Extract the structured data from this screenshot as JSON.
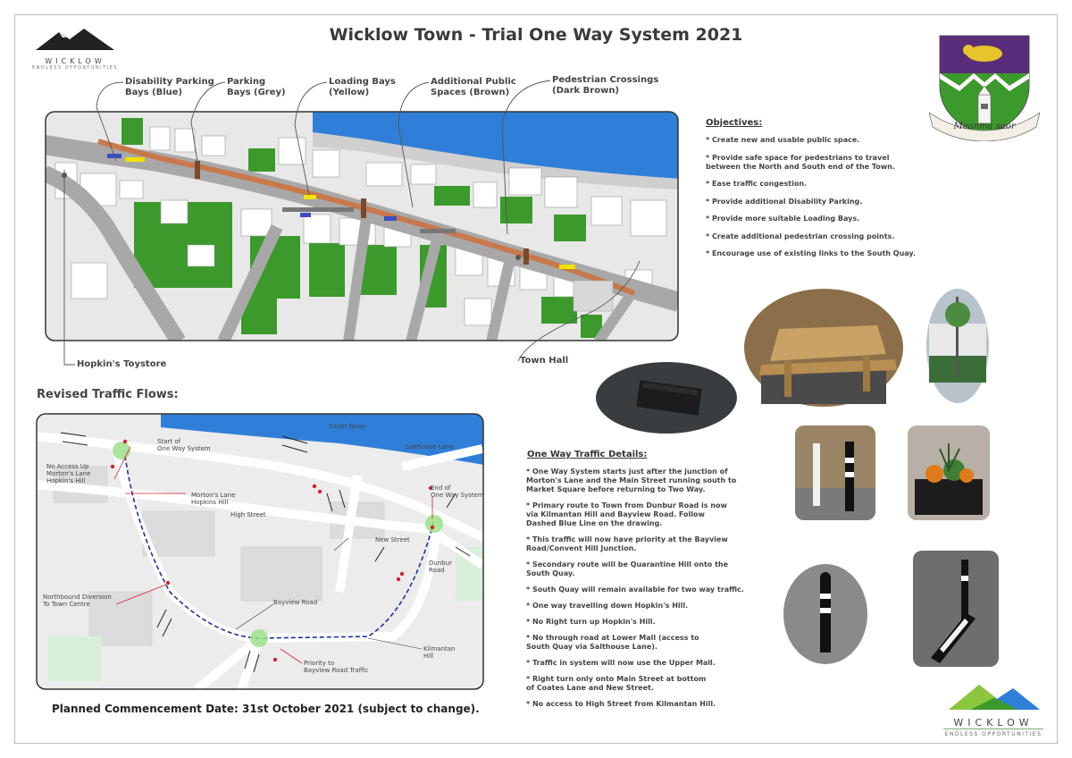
{
  "title": "Wicklow Town - Trial One Way System 2021",
  "logo": {
    "name": "WICKLOW",
    "tagline": "ENDLESS OPPORTUNITIES"
  },
  "crest": {
    "motto": "Meanma saor"
  },
  "callouts": {
    "disability": "Disability Parking\nBays (Blue)",
    "parking": "Parking\nBays (Grey)",
    "loading": "Loading Bays\n(Yellow)",
    "public": "Additional Public\nSpaces (Brown)",
    "pedestrian": "Pedestrian Crossings\n(Dark Brown)",
    "toystore": "Hopkin's Toystore",
    "townhall": "Town Hall"
  },
  "objectives": {
    "heading": "Objectives:",
    "items": [
      "* Create new and usable public space.",
      "* Provide safe space for pedestrians to travel\n   between the North and South end of the Town.",
      "* Ease traffic congestion.",
      "* Provide additional Disability Parking.",
      "* Provide more suitable Loading Bays.",
      "* Create additional pedestrian crossing points.",
      "* Encourage use of existing links to the South Quay."
    ]
  },
  "traffic_flows": {
    "heading": "Revised Traffic Flows:",
    "labels": {
      "south_quay": "South Quay",
      "salthouse": "Salthouse Lane",
      "start": "Start of\nOne Way System",
      "no_access": "No Access Up\nMorton's Lane\nHopkin's Hill",
      "mortons": "Morton's Lane\nHopkins Hill",
      "high_street": "High Street",
      "end": "End of\nOne Way System",
      "new_street": "New Street",
      "dunbur": "Dunbur\nRoad",
      "northbound": "Northbound Diversion\nTo Town Centre",
      "bayview": "Bayview Road",
      "kilmantan": "Kilmantan\nHill",
      "priority": "Priority to\nBayview Road Traffic"
    }
  },
  "one_way": {
    "heading": "One Way Traffic Details:",
    "items": [
      "* One Way System starts just after the junction of\n   Morton's Lane and the Main Street running south to\n   Market Square before returning to Two Way.",
      "* Primary route to Town from Dunbur Road is now\n   via Kilmantan Hill and Bayview Road. Follow\n   Dashed Blue Line on the drawing.",
      "* This traffic will now have priority at the Bayview\n   Road/Convent Hill Junction.",
      "* Secondary route will be Quarantine Hill onto the\n   South Quay.",
      "* South Quay will remain available for two way traffic.",
      "* One way travelling down Hopkin's Hill.",
      "* No Right turn up Hopkin's Hill.",
      "* No through road at Lower Mall (access to\n   South Quay via Salthouse Lane).",
      "* Traffic in system will now use the Upper Mall.",
      "* Right turn only onto Main Street at bottom\n   of Coates Lane and New Street.",
      "* No access to High Street from Kilmantan Hill."
    ]
  },
  "commencement": "Planned Commencement Date: 31st October 2021 (subject to change).",
  "colors": {
    "disability": "#3a4fc4",
    "parking": "#8c8c8c",
    "loading": "#f2e200",
    "public_space": "#c8784a",
    "crossing": "#7a4a2a",
    "green": "#3c9a2c",
    "sea": "#2f7fd8",
    "route": "#1f2fa0"
  }
}
